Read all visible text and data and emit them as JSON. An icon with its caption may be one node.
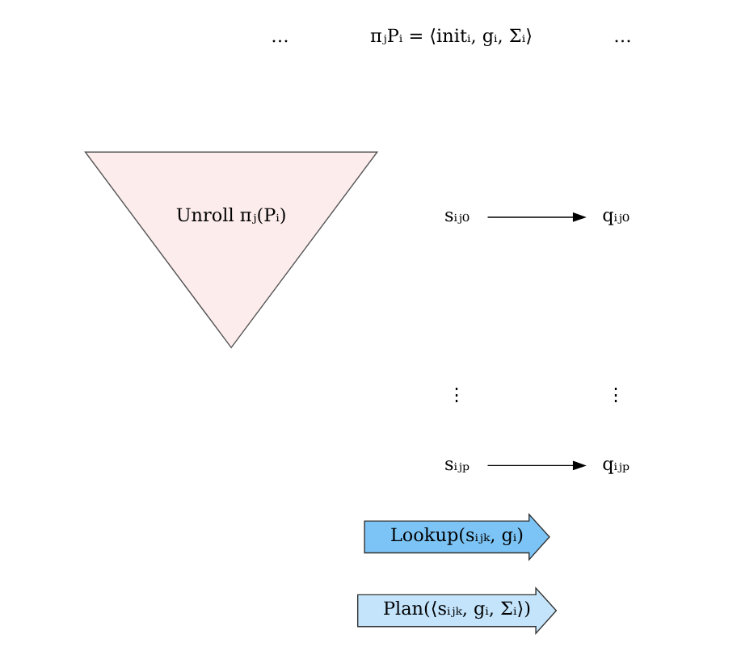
{
  "diagram": {
    "nodes": [
      {
        "text": [
          "Unroll πⱼ(Pᵢ)"
        ]
      },
      {
        "text": [
          "sᵢⱼ₀"
        ]
      },
      {
        "text": [
          "qᵢⱼ₀"
        ]
      },
      {
        "text": [
          "sᵢⱼₚ"
        ]
      },
      {
        "text": [
          "qᵢⱼₚ"
        ]
      },
      {
        "text": [
          "Lookup(sᵢⱼₖ, gᵢ)"
        ]
      },
      {
        "text": [
          "Plan(⟨sᵢⱼₖ, gᵢ, Σᵢ⟩)"
        ]
      }
    ],
    "edges": [
      {
        "from": 1,
        "to": 2,
        "arrow": "to"
      },
      {
        "from": 3,
        "to": 4,
        "arrow": "to"
      }
    ],
    "labels": [
      "…",
      "πⱼPᵢ = ⟨initᵢ, gᵢ, Σᵢ⟩",
      "…",
      "⋮",
      "⋮"
    ]
  }
}
